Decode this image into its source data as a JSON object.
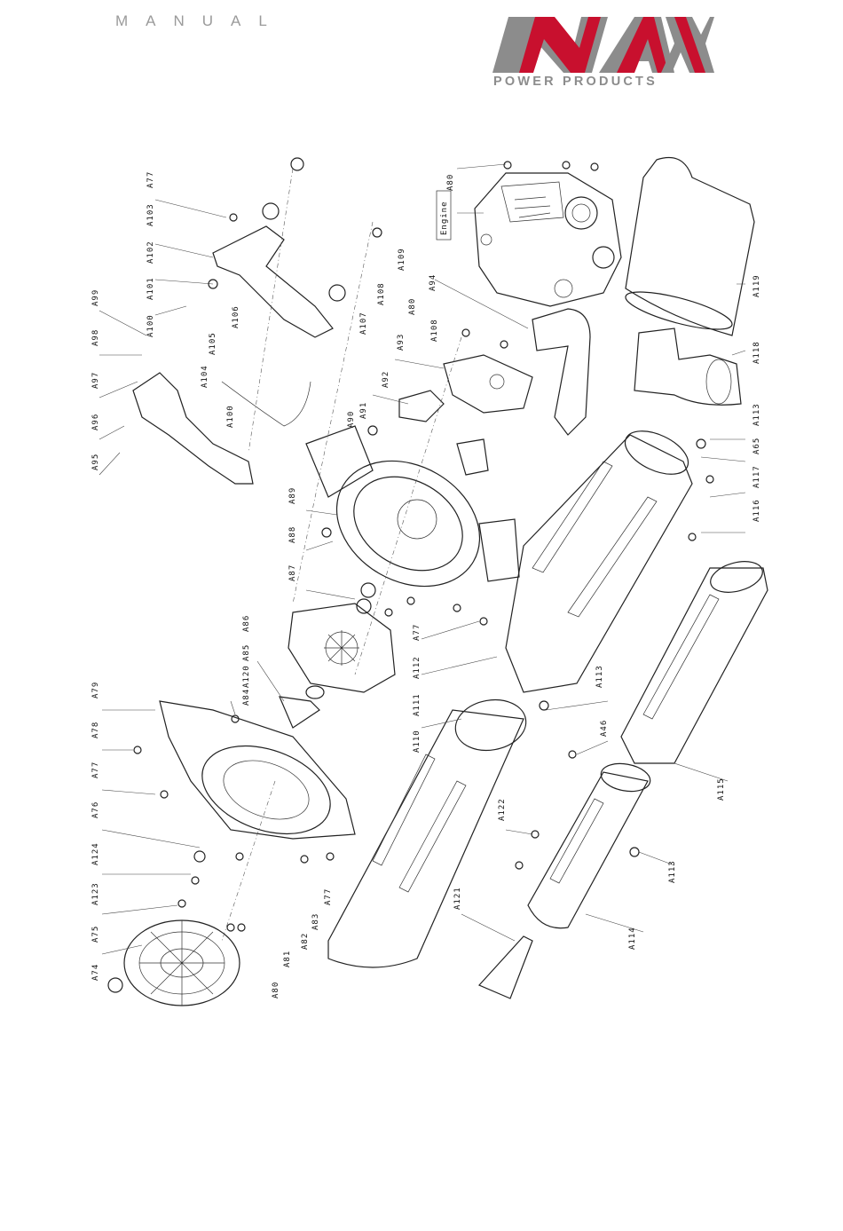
{
  "header": {
    "section_label": "MANUAL"
  },
  "brand": {
    "logo_text": "NAX",
    "tagline": "POWER PRODUCTS",
    "colors": {
      "red": "#c8102e",
      "gray": "#8c8c8c"
    }
  },
  "diagram": {
    "callouts": [
      "A77",
      "A103",
      "A102",
      "A101",
      "A100",
      "A99",
      "A98",
      "A97",
      "A96",
      "A95",
      "A105",
      "A104",
      "A106",
      "A100",
      "A109",
      "A108",
      "A107",
      "A80",
      "A108",
      "A93",
      "A80",
      "A92",
      "A91",
      "A90",
      "A89",
      "A88",
      "A87",
      "A86",
      "A85",
      "A120",
      "A84",
      "A77",
      "A112",
      "A111",
      "A110",
      "A79",
      "A78",
      "A77",
      "A76",
      "A124",
      "A123",
      "A75",
      "A74",
      "A80",
      "A81",
      "A82",
      "A83",
      "A77",
      "A94",
      "A119",
      "A118",
      "A113",
      "A65",
      "A117",
      "A116",
      "A115",
      "A113",
      "A46",
      "A122",
      "A121",
      "A113",
      "A114"
    ],
    "engine_label": "Engine"
  }
}
